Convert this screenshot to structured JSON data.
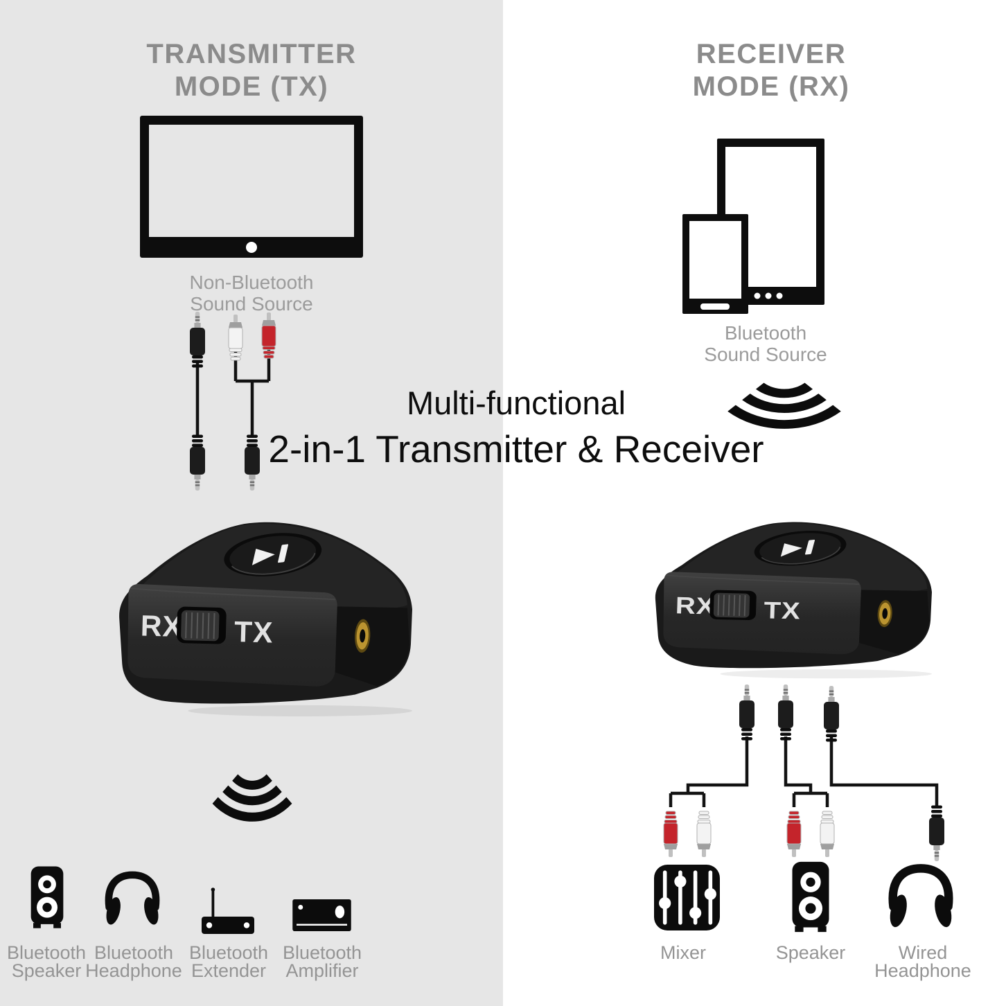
{
  "left_panel": {
    "title": {
      "line1": "TRANSMITTER",
      "line2": "MODE (TX)"
    },
    "source_label": {
      "line1": "Non-Bluetooth",
      "line2": "Sound Source"
    },
    "targets": [
      {
        "icon": "speaker-icon",
        "line1": "Bluetooth",
        "line2": "Speaker"
      },
      {
        "icon": "headphone-icon",
        "line1": "Bluetooth",
        "line2": "Headphone"
      },
      {
        "icon": "extender-icon",
        "line1": "Bluetooth",
        "line2": "Extender"
      },
      {
        "icon": "amplifier-icon",
        "line1": "Bluetooth",
        "line2": "Amplifier"
      }
    ]
  },
  "right_panel": {
    "title": {
      "line1": "RECEIVER",
      "line2": "MODE (RX)"
    },
    "source_label": {
      "line1": "Bluetooth",
      "line2": "Sound Source"
    },
    "targets": [
      {
        "icon": "mixer-icon",
        "line1": "Mixer",
        "line2": ""
      },
      {
        "icon": "speaker-icon",
        "line1": "Speaker",
        "line2": ""
      },
      {
        "icon": "headphone-icon",
        "line1": "Wired",
        "line2": "Headphone"
      }
    ]
  },
  "center": {
    "line1": "Multi-functional",
    "line2": "2-in-1 Transmitter & Receiver"
  },
  "device": {
    "rx_label": "RX",
    "tx_label": "TX"
  },
  "colors": {
    "panel_left_bg": "#e6e6e6",
    "panel_right_bg": "#ffffff",
    "title_gray": "#8b8b8b",
    "label_gray": "#9b9b9b",
    "ink_black": "#0d0d0d",
    "rca_red": "#c4242b",
    "rca_white": "#f3f3f3",
    "jack_gold": "#bb9430"
  }
}
